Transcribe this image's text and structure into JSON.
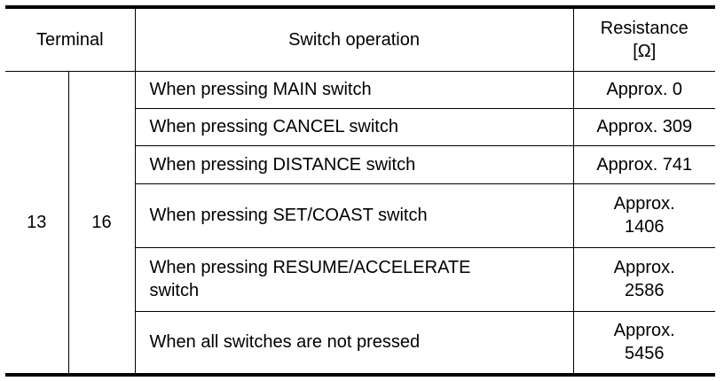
{
  "header": {
    "terminal": "Terminal",
    "switch_operation": "Switch operation",
    "resistance_line1": "Resistance",
    "resistance_line2": "[Ω]"
  },
  "terminals": {
    "pos": "13",
    "neg": "16"
  },
  "rows": [
    {
      "operation_line1": "When pressing MAIN switch",
      "operation_line2": "",
      "value_line1": "Approx. 0",
      "value_line2": ""
    },
    {
      "operation_line1": "When pressing CANCEL switch",
      "operation_line2": "",
      "value_line1": "Approx. 309",
      "value_line2": ""
    },
    {
      "operation_line1": "When pressing DISTANCE switch",
      "operation_line2": "",
      "value_line1": "Approx. 741",
      "value_line2": ""
    },
    {
      "operation_line1": "When pressing SET/COAST switch",
      "operation_line2": "",
      "value_line1": "Approx.",
      "value_line2": "1406"
    },
    {
      "operation_line1": "When pressing RESUME/ACCELERATE",
      "operation_line2": "switch",
      "value_line1": "Approx.",
      "value_line2": "2586"
    },
    {
      "operation_line1": "When all switches are not pressed",
      "operation_line2": "",
      "value_line1": "Approx.",
      "value_line2": "5456"
    }
  ]
}
